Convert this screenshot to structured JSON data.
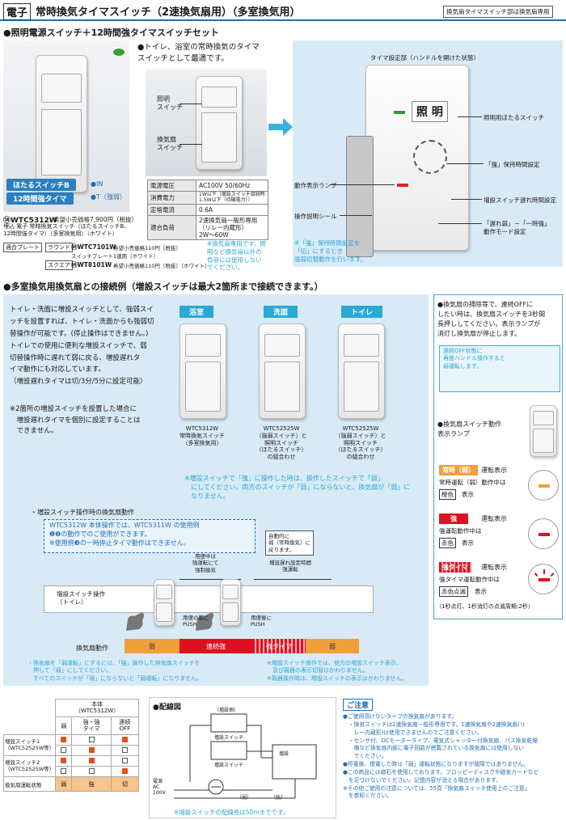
{
  "header": {
    "tag": "電子",
    "title": "常時換気タイマスイッチ（2速換気扇用）（多室換気用）",
    "note": "換気扇タイマスイッチ部は換気扇専用"
  },
  "s1": {
    "title": "●照明電源スイッチ＋12時間強タイマスイッチセット",
    "bullet": "●トイレ、浴室の常時換気のタイマ\nスイッチとして最適です。",
    "light_sw": "照明\nスイッチ",
    "fan_sw": "換気扇\nスイッチ",
    "badge1": "ほたるスイッチB",
    "badge2": "12時間強タイマ",
    "badge1_note": "●IN",
    "badge2_note": "●T（強弱）",
    "model": "⑭WTC5312W",
    "price": "希望小売価格7,900円（税抜）",
    "desc": "埋込 電子 常時換気スイッチ（ほたるスイッチB、\n12時間強タイマ）（多室換気用）（ホワイト）",
    "plate_label": "適合プレート",
    "round_label": "ラウンド",
    "round_model": "⑭WTC7101W",
    "round_price": "希望小売価格110円（税抜）",
    "round_desc": "スイッチプレート1連用（ホワイト）",
    "square_label": "スクエア",
    "square_model": "⑭WT8101W",
    "square_price": "希望小売価格110円（税抜）（ホワイト）",
    "spec": [
      [
        "電源電圧",
        "AC100V 50/60Hz"
      ],
      [
        "消費電力",
        "1W以下（増設スイッチ接続時\n1.5W以下（待機電力））"
      ],
      [
        "定格電流",
        "0.6A"
      ],
      [
        "適合負荷",
        "2速換気扇一般形専用\n（リレー内蔵形）\n2W〜60W"
      ]
    ],
    "spec_note": "※換気扇専用です。照\n明など換気扇以外の\n負荷には使用しない\nでください。",
    "timer_title": "タイマ設定部（ハンドルを開けた状態）",
    "panel_light": "照 明",
    "lamp_label": "動作表示ランプ",
    "sticker_label": "操作説明シール",
    "callout_hotaru": "照明用ほたるスイッチ",
    "callout_hold": "「強」保持時間設定",
    "callout_delay": "増設スイッチ遅れ時間設定",
    "callout_mode": "「遅れ弱」－「一時強」\n動作モード設定",
    "timer_note": "※「強」保持時間設定を\n「切」にするとき\n強弱切替動作を行います。"
  },
  "s2": {
    "title": "●多室換気用換気扇との接続例（増設スイッチは最大2箇所まで接続できます。）",
    "intro": "トイレ・洗面に増設スイッチとして、強弱スイ\nッチを設置すれば、トイレ・洗面からも強弱切\n替操作が可能です。(停止操作はできません。)\nトイレでの使用に便利な増設スイッチで、弱\n切替操作時に遅れて弱に戻る、増設遅れタ\nイマ動作にも対応しています。\n（増設遅れタイマは切/3分/5分に設定可能）",
    "note2": "※2箇所の増設スイッチを設置した場合に\n　増設遅れタイマを個別に設定することは\n　できません。",
    "rooms": [
      "浴室",
      "洗面",
      "トイレ"
    ],
    "cap1": "WTC5312W\n常時換気スイッチ\n（多室換気用）",
    "cap2": "WTC52525W\n（強弱スイッチ）と\n照明スイッチ\n（ほたるスイッチ）\nの組合わせ",
    "cap3": "WTC52525W\n（強弱スイッチ）と\n照明スイッチ\n（ほたるスイッチ）\nの組合わせ",
    "warn": "※増設スイッチで「強」に操作した時は、操作したスイッチで「弱」\n　にしてください。両方のスイッチが「弱」にならないと、換気扇が「弱」に\n　なりません。",
    "side1": "●換気扇の掃除等で、連続OFFに\nしたい時は、換気扇スイッチを3秒間\n長押ししてください。表示ランプが\n消灯し換気扇が停止します。",
    "side_box": "連続OFF状態に\n再度ハンドル操作すると\n弱運転します。",
    "side2_title": "●換気扇スイッチ動作\n表示ランプ",
    "ind1_tag": "常時（弱）",
    "ind1_text": "運転表示",
    "ind1_sub": "常時運転（弱）動作中は",
    "ind1_color": "橙色",
    "ind1_after": "表示",
    "ind2_tag": "強",
    "ind2_text": "運転表示",
    "ind2_sub": "強運転動作中は",
    "ind2_color": "赤色",
    "ind2_after": "表示",
    "ind3_tag": "強タイマ",
    "ind3_text": "運転表示",
    "ind3_sub": "強タイマ運転動作中は",
    "ind3_color": "赤色点滅",
    "ind3_after": "表示",
    "ind_note": "（1秒点灯、1秒消灯の点滅周期:2秒）",
    "op_title": "・増設スイッチ操作時の換気扇動作",
    "op_note": "WTC5312W 本体操作では、WTC5311W の使用例\n❶❷の動作でのご使用ができます。\n※使用例❸の一時停止タイマ動作はできません。",
    "auto": "自動的に\n弱（常時換気）に\n戻ります。",
    "lbl_strong": "用便中は\n強運転にて\n強制換気",
    "lbl_delay": "増設遅れ設定時間\n強運転",
    "op_row": "増設スイッチ操作\n（トイレ）",
    "push1": "用便の前に\nPUSH",
    "push2": "用便後に\nPUSH",
    "fan_row": "換気扇動作",
    "bar_weak1": "弱",
    "bar_strong": "連続強",
    "bar_timer": "強タイマ",
    "bar_weak2": "弱",
    "foot1": "・換気扇を「弱運転」にするには、「強」操作した換気扇スイッチを\n　押して「弱」にしてください。\n　すべてのスイッチが「弱」にならないと「弱運転」になりません。",
    "foot2": "※増設スイッチ操作では、他方の増設スイッチ表示、\n　及び親器の表示切替はかわりません。\n※親器操作時は、増設スイッチの表示はかわりません。"
  },
  "s3": {
    "tt_head": "本体\n（WTC5312W）",
    "tt_cols": [
      "弱",
      "強・強\nタイマ",
      "連続\nOFF"
    ],
    "row1": "増設スイッチ1\n（WTC52525W等）",
    "row2": "増設スイッチ2\n（WTC52525W等）",
    "row3": "換気扇運転状態",
    "state": [
      "弱",
      "強",
      "切"
    ],
    "wiring_title": "●配線図",
    "wiring_note": "※増設スイッチの配線長は50mまでです。",
    "wl_a": "（増設側）",
    "wl_b": "増設スイッチ",
    "wl_c": "増設",
    "wl_d": "増設スイッチ",
    "wl_e": "電源\nAC\n100V",
    "wl_f": "（弱）",
    "wl_g": "（強）",
    "caution_title": "ご注意",
    "caution": "●ご使用頂けないタイプの換気扇があります。\n　・換気スイッチは2速換気扇一般形専用です。1速換気扇や2速換気扇(リ\n　　レー内蔵形)は使用できませんのでご注意ください。\n　・センサ付、DCモータータイプ、電気式シャッター付換気扇、パス換気乾燥\n　　機など換気扇内部に電子回路が搭載されている換気扇には使用しない\n　　でください。\n●停電後、復電した時は「弱」運転状態になりますが故障ではありません。\n●この商品には磁石を使用しております。フロッピーディスクや磁気カードなど\n　を近づけないでください。記憶内容が消える場合があります。\n※その他ご使用の注意については、55頁「換気扇スイッチ使用上のご注意」\n　を参照ください。"
  }
}
